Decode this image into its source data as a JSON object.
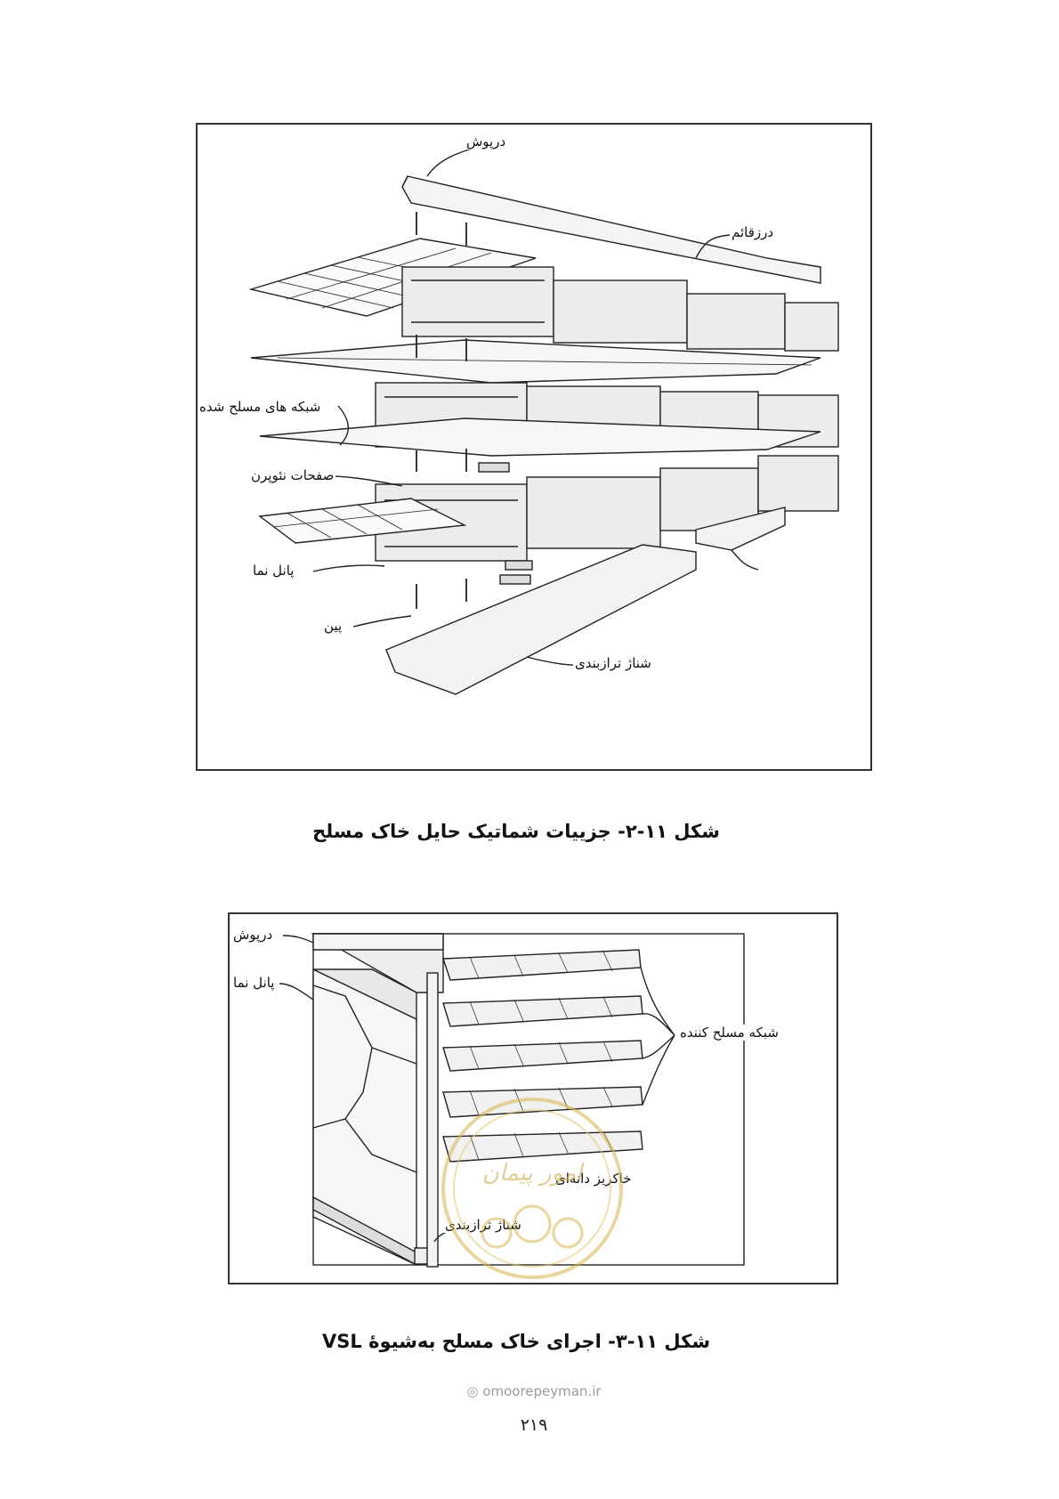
{
  "figure1": {
    "labels": {
      "coping": "درپوش",
      "vertical_joint": "درزقائم",
      "reinforced_grids": "شبکه های مسلح شده",
      "neoprene_plates": "صفحات نئوپرن",
      "facing_panel": "پانل نما",
      "pin": "پین",
      "leveling_pad": "شناژ ترازبندی"
    },
    "caption": "شکل ۱۱-۲- جزییات شماتیک حایل خاک مسلح"
  },
  "figure2": {
    "labels": {
      "coping": "درپوش",
      "facing_panel": "پانل نما",
      "reinforcing_grid": "شبکه مسلح کننده",
      "granular_backfill": "خاکریز دانه‌ای",
      "leveling_pad": "شناژ ترازبندی"
    },
    "caption": "شکل ۱۱-۳- اجرای خاک مسلح به‌شیوهٔ VSL"
  },
  "watermark": {
    "text": "امور پیمان",
    "site": "omoorepeyman.ir"
  },
  "page_number": "۲۱۹"
}
